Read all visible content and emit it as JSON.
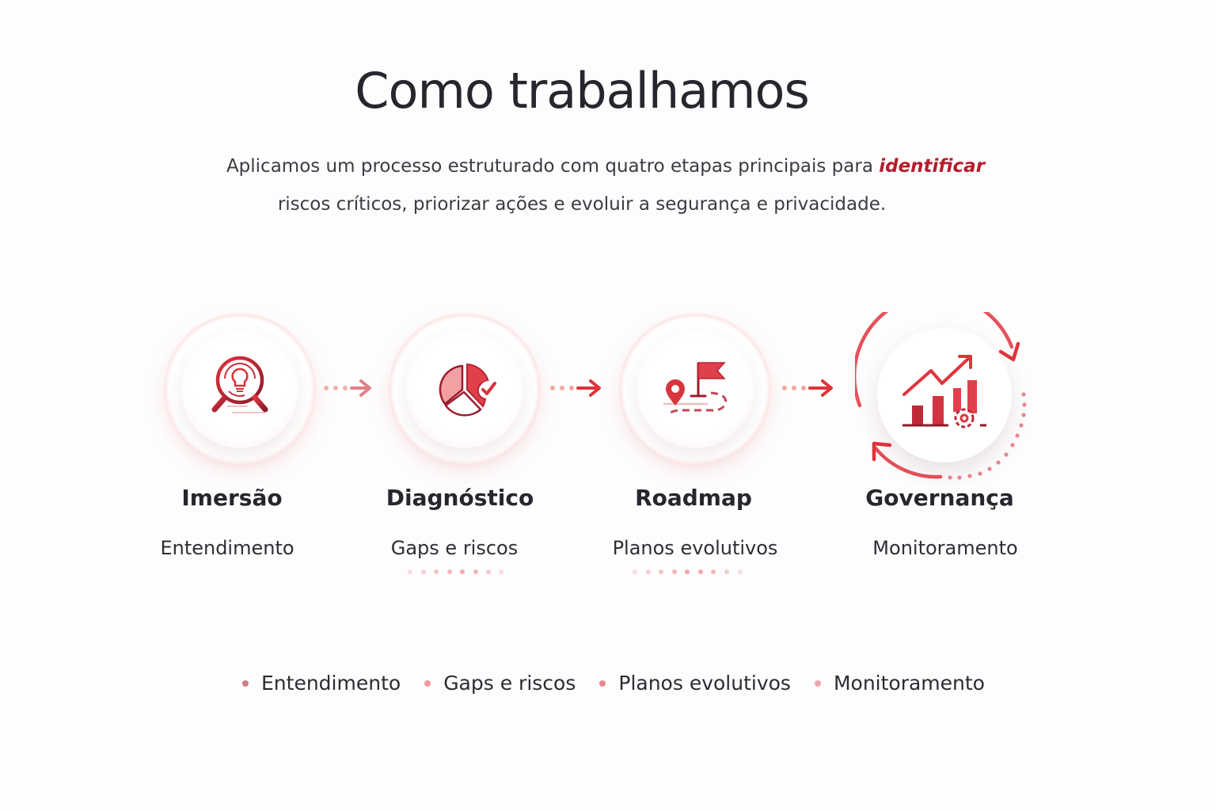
{
  "header": {
    "title": "Como trabalhamos",
    "subtitle_line1_pre": "Aplicamos um processo estruturado com quatro etapas principais para ",
    "subtitle_highlight": "identificar",
    "subtitle_line2": "riscos críticos, priorizar ações e evoluir a segurança e privacidade."
  },
  "colors": {
    "accent": "#d8343c",
    "accent_dark": "#a11a28",
    "highlight_text": "#b71c2c",
    "ring_pink": "#f6c3c3",
    "text": "#25272c",
    "background": "#fdfdfe"
  },
  "steps": [
    {
      "title": "Imersão",
      "subtitle": "Entendimento",
      "icon": "magnifier-lightbulb-icon"
    },
    {
      "title": "Diagnóstico",
      "subtitle": "Gaps e riscos",
      "icon": "pie-chart-check-icon"
    },
    {
      "title": "Roadmap",
      "subtitle": "Planos evolutivos",
      "icon": "map-pin-flag-route-icon"
    },
    {
      "title": "Governança",
      "subtitle": "Monitoramento",
      "icon": "growth-chart-gear-cycle-icon"
    }
  ],
  "legend": [
    {
      "label": "Entendimento"
    },
    {
      "label": "Gaps e riscos"
    },
    {
      "label": "Planos evolutivos"
    },
    {
      "label": "Monitoramento"
    }
  ]
}
